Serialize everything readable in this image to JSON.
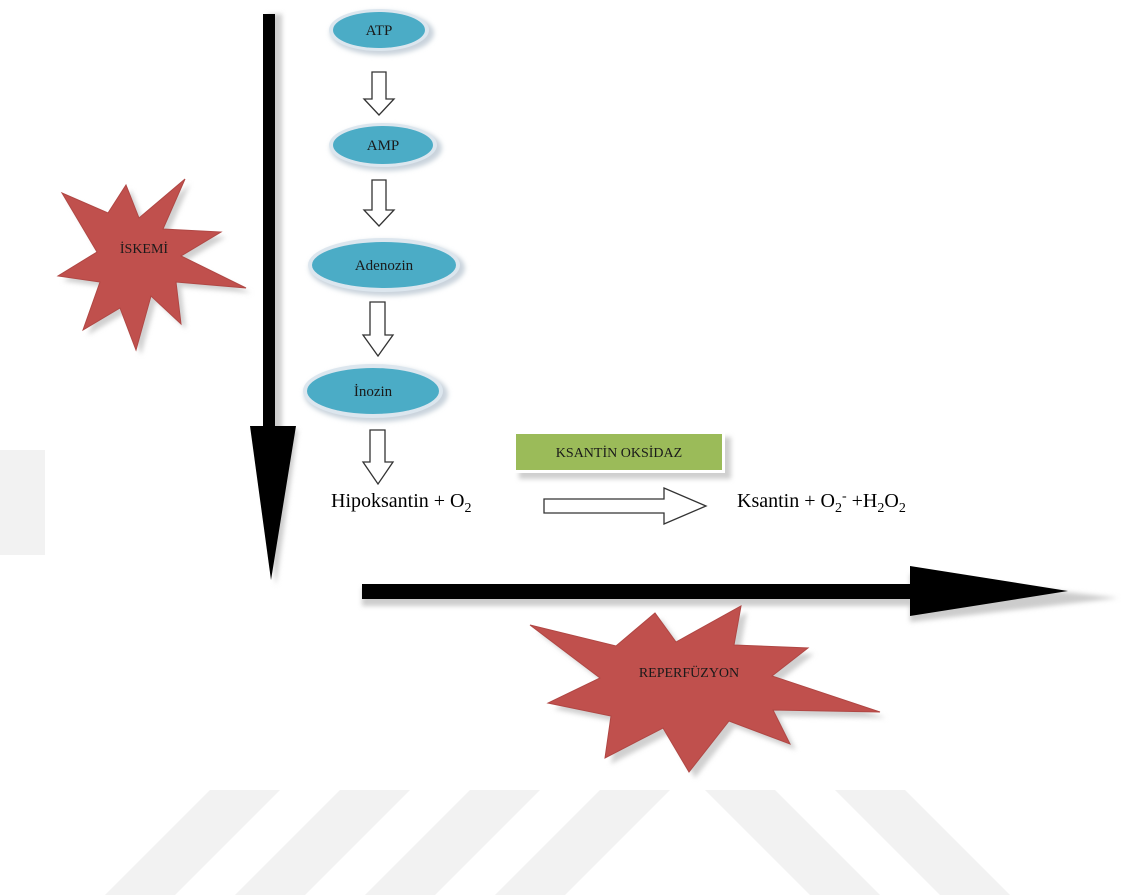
{
  "colors": {
    "node_fill": "#4bacc6",
    "node_ring": "#dce6ee",
    "enzyme_fill": "#9bbb59",
    "burst_fill": "#c0504d",
    "arrow_black": "#000000"
  },
  "pathway": {
    "nodes": [
      "ATP",
      "AMP",
      "Adenozin",
      "İnozin"
    ]
  },
  "reaction": {
    "enzyme": "KSANTİN OKSİDAZ",
    "substrate": "Hipoksantin",
    "substrate_plus": " + O",
    "substrate_sub": "2",
    "product": "Ksantin + O",
    "product_sub1": "2",
    "product_sup": "-",
    "product_mid": " +H",
    "product_sub2": "2",
    "product_o": "O",
    "product_sub3": "2"
  },
  "labels": {
    "ischemia": "İSKEMİ",
    "reperfusion": "REPERFÜZYON"
  }
}
